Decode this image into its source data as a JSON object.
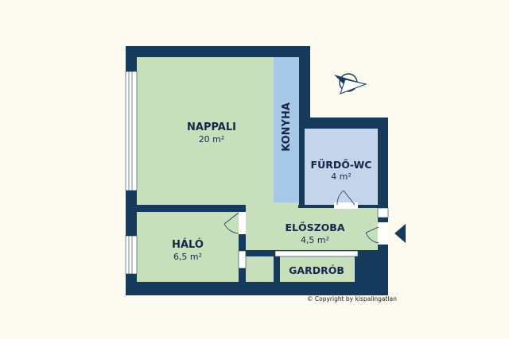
{
  "colors": {
    "background": "#fdfbef",
    "wall": "#163a5c",
    "living_green": "#c7dfbb",
    "kitchen_blue": "#a8c8e8",
    "bath_blue": "#c4d4ea",
    "label": "#15284a"
  },
  "rooms": {
    "nappali": {
      "name": "NAPPALI",
      "area": "20 m²"
    },
    "konyha": {
      "name": "KONYHA"
    },
    "furdo": {
      "name": "FÜRDŐ-WC",
      "area": "4 m²"
    },
    "haloszoba": {
      "name": "HÁLÓ",
      "area": "6,5 m²"
    },
    "eloszoba": {
      "name": "ELŐSZOBA",
      "area": "4,5 m²"
    },
    "gardrob": {
      "name": "GARDRÓB"
    }
  },
  "icons": {
    "compass": "compass-icon",
    "entrance": "entrance-arrow-icon"
  },
  "copyright": "© Copyright by kispalingatlan"
}
